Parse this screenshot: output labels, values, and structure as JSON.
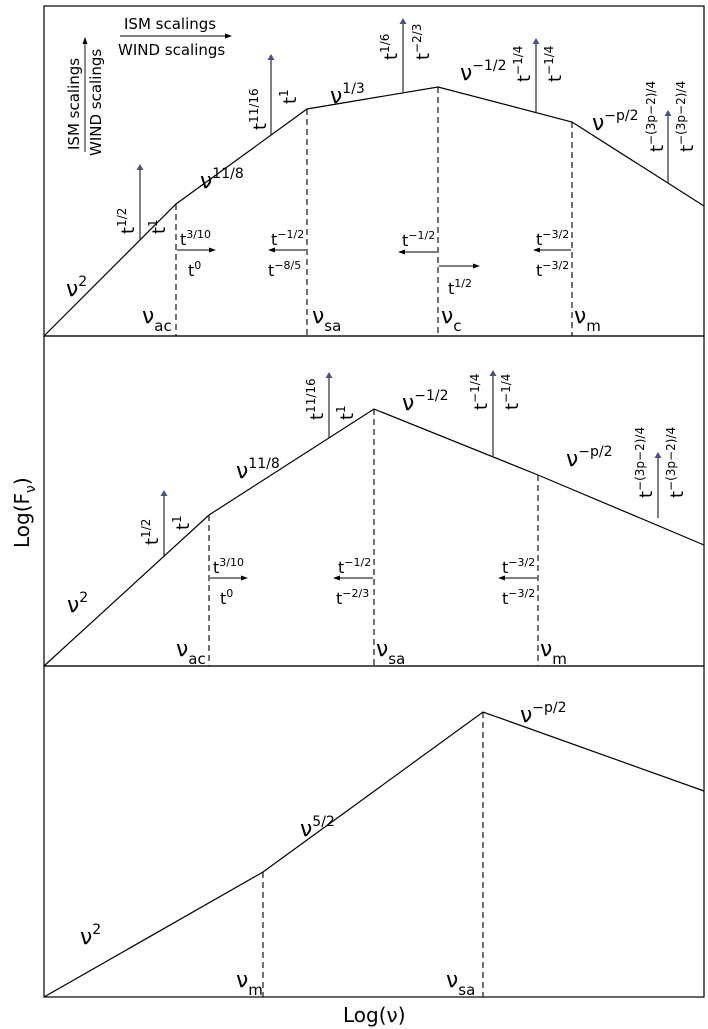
{
  "axes": {
    "ylabel_main": "Log(F",
    "ylabel_sub": "ν",
    "ylabel_close": ")",
    "xlabel": "Log(ν)"
  },
  "legend": {
    "horizontal_top": "ISM scalings",
    "horizontal_bottom": "WIND scalings",
    "vertical_top": "ISM scalings",
    "vertical_bottom": "WIND scalings"
  },
  "panels": [
    {
      "id": "panel-1",
      "slopes": [
        {
          "base": "ν",
          "exp": "2"
        },
        {
          "base": "ν",
          "exp": "11/8"
        },
        {
          "base": "ν",
          "exp": "1/3"
        },
        {
          "base": "ν",
          "exp": "−1/2"
        },
        {
          "base": "ν",
          "exp": "−p/2"
        }
      ],
      "breaks": [
        {
          "base": "ν",
          "sub": "ac"
        },
        {
          "base": "ν",
          "sub": "sa"
        },
        {
          "base": "ν",
          "sub": "c"
        },
        {
          "base": "ν",
          "sub": "m"
        }
      ],
      "break_scalings": [
        {
          "ism": "3/10",
          "wind": "0"
        },
        {
          "ism": "−1/2",
          "wind": "−8/5"
        },
        {
          "ism": "−1/2",
          "wind": "1/2"
        },
        {
          "ism": "−3/2",
          "wind": "−3/2"
        }
      ],
      "flux_scalings": [
        {
          "ism": "1/2",
          "wind": "1"
        },
        {
          "ism": "11/16",
          "wind": "1"
        },
        {
          "ism": "1/6",
          "wind": "−2/3"
        },
        {
          "ism": "−1/4",
          "wind": "−1/4"
        },
        {
          "ism": "−(3p−2)/4",
          "wind": "−(3p−2)/4"
        }
      ]
    },
    {
      "id": "panel-2",
      "slopes": [
        {
          "base": "ν",
          "exp": "2"
        },
        {
          "base": "ν",
          "exp": "11/8"
        },
        {
          "base": "ν",
          "exp": "−1/2"
        },
        {
          "base": "ν",
          "exp": "−p/2"
        }
      ],
      "breaks": [
        {
          "base": "ν",
          "sub": "ac"
        },
        {
          "base": "ν",
          "sub": "sa"
        },
        {
          "base": "ν",
          "sub": "m"
        }
      ],
      "break_scalings": [
        {
          "ism": "3/10",
          "wind": "0"
        },
        {
          "ism": "−1/2",
          "wind": "−2/3"
        },
        {
          "ism": "−3/2",
          "wind": "−3/2"
        }
      ],
      "flux_scalings": [
        {
          "ism": "1/2",
          "wind": "1"
        },
        {
          "ism": "11/16",
          "wind": "1"
        },
        {
          "ism": "−1/4",
          "wind": "−1/4"
        },
        {
          "ism": "−(3p−2)/4",
          "wind": "−(3p−2)/4"
        }
      ]
    },
    {
      "id": "panel-3",
      "slopes": [
        {
          "base": "ν",
          "exp": "2"
        },
        {
          "base": "ν",
          "exp": "5/2"
        },
        {
          "base": "ν",
          "exp": "−p/2"
        }
      ],
      "breaks": [
        {
          "base": "ν",
          "sub": "m"
        },
        {
          "base": "ν",
          "sub": "sa"
        }
      ]
    }
  ]
}
